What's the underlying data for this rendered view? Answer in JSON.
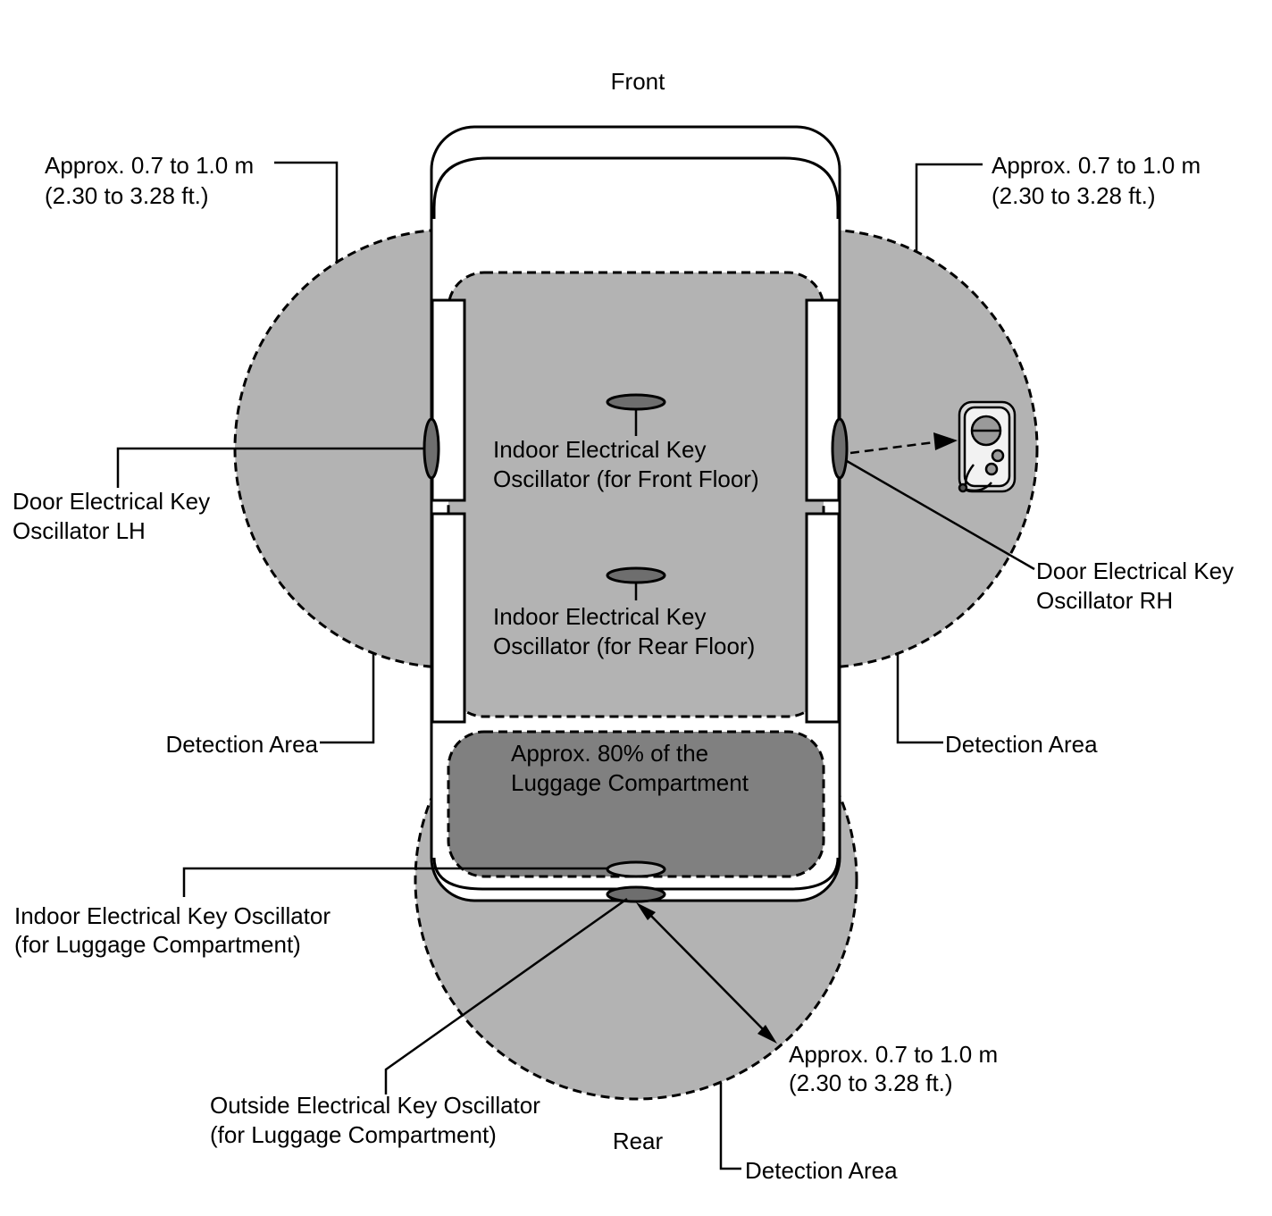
{
  "labels": {
    "front": "Front",
    "rear": "Rear",
    "approx_left": [
      "Approx. 0.7 to 1.0 m",
      "(2.30 to 3.28 ft.)"
    ],
    "approx_right": [
      "Approx. 0.7 to 1.0 m",
      "(2.30 to 3.28 ft.)"
    ],
    "approx_rear": [
      "Approx. 0.7 to 1.0 m",
      "(2.30 to 3.28 ft.)"
    ],
    "door_lh": [
      "Door Electrical Key",
      "Oscillator LH"
    ],
    "door_rh": [
      "Door Electrical Key",
      "Oscillator RH"
    ],
    "indoor_front": [
      "Indoor Electrical Key",
      "Oscillator (for Front Floor)"
    ],
    "indoor_rear": [
      "Indoor Electrical Key",
      "Oscillator (for Rear Floor)"
    ],
    "luggage_area": [
      "Approx. 80% of the",
      "Luggage Compartment"
    ],
    "indoor_luggage": [
      "Indoor Electrical Key Oscillator",
      "(for Luggage Compartment)"
    ],
    "outside_luggage": [
      "Outside Electrical Key Oscillator",
      "(for Luggage Compartment)"
    ],
    "detection_left": "Detection Area",
    "detection_right": "Detection Area",
    "detection_rear": "Detection Area"
  },
  "colors": {
    "detection_area": "#b3b3b3",
    "luggage_area": "#808080",
    "oscillator": "#6e6e6e",
    "outline": "#000000"
  },
  "icons": [
    "key-fob-icon"
  ]
}
